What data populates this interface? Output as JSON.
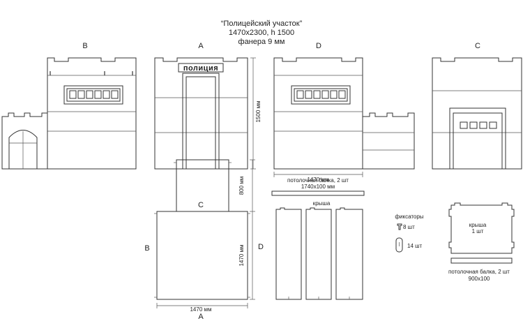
{
  "title": {
    "line1": "“Полицейский участок”",
    "line2": "1470x2300, h 1500",
    "line3": "фанера 9 мм"
  },
  "views": {
    "b_label": "B",
    "a_label": "A",
    "d_label": "D",
    "c_label": "C",
    "sign_text": "полиция",
    "height_dim": "1500 мм"
  },
  "plan": {
    "c_label": "C",
    "b_label": "B",
    "d_label": "D",
    "a_label": "A",
    "width_dim": "1470 мм",
    "depth_dim_top": "800 мм",
    "depth_dim_bottom": "1470 мм"
  },
  "roof": {
    "width_dim": "1470 мм",
    "beam_label": "потолочная балка, 2 шт",
    "beam_size": "1740x100 мм",
    "roof_label": "крыша"
  },
  "parts": {
    "fixers_label": "фиксаторы",
    "fixer1_count": "8 шт",
    "fixer2_count": "14 шт",
    "small_roof_label": "крыша",
    "small_roof_count": "1 шт",
    "small_beam_label": "потолочная балка, 2 шт",
    "small_beam_size": "900x100"
  }
}
